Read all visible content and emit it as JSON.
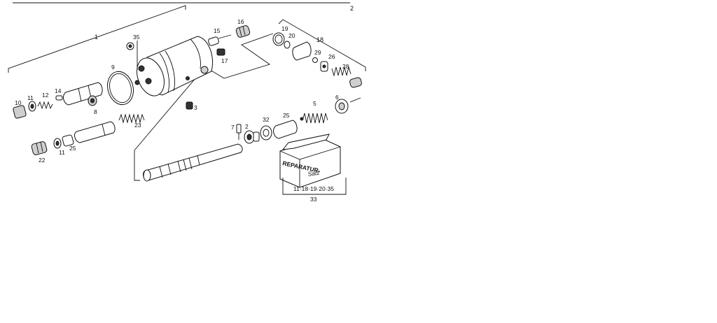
{
  "page_number": "2",
  "assembly_label": "1",
  "subassembly_label": "18",
  "repair_kit": {
    "box_text_line1": "REPARATUR-",
    "box_text_line2": "Satz",
    "contents": "11·18·19·20·35",
    "kit_number": "33"
  },
  "parts": [
    {
      "id": "p35",
      "label": "35"
    },
    {
      "id": "p15",
      "label": "15"
    },
    {
      "id": "p16",
      "label": "16"
    },
    {
      "id": "p17",
      "label": "17"
    },
    {
      "id": "p19",
      "label": "19"
    },
    {
      "id": "p20",
      "label": "20"
    },
    {
      "id": "p29",
      "label": "29"
    },
    {
      "id": "p26",
      "label": "26"
    },
    {
      "id": "p28",
      "label": "28"
    },
    {
      "id": "p9",
      "label": "9"
    },
    {
      "id": "p10",
      "label": "10"
    },
    {
      "id": "p11a",
      "label": "11"
    },
    {
      "id": "p12",
      "label": "12"
    },
    {
      "id": "p14",
      "label": "14"
    },
    {
      "id": "p8",
      "label": "8"
    },
    {
      "id": "p3",
      "label": "3"
    },
    {
      "id": "p23",
      "label": "23"
    },
    {
      "id": "p22",
      "label": "22"
    },
    {
      "id": "p11b",
      "label": "11"
    },
    {
      "id": "p25a",
      "label": "25"
    },
    {
      "id": "p7",
      "label": "7"
    },
    {
      "id": "p2",
      "label": "2"
    },
    {
      "id": "p32",
      "label": "32"
    },
    {
      "id": "p25b",
      "label": "25"
    },
    {
      "id": "p5",
      "label": "5"
    },
    {
      "id": "p6",
      "label": "6"
    }
  ]
}
